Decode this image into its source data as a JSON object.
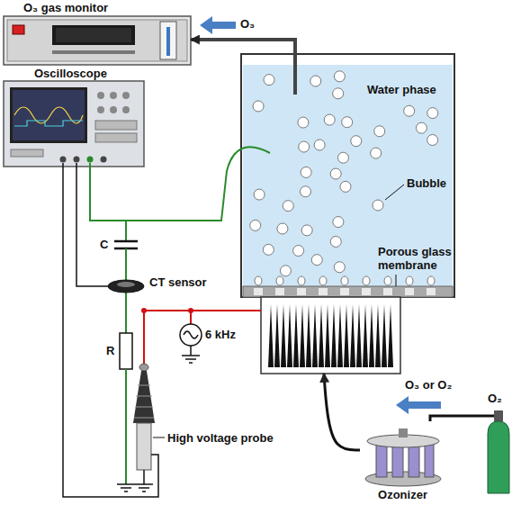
{
  "diagram": {
    "nodes": [
      {
        "text": [
          "O₃ gas monitor"
        ]
      },
      {
        "text": [
          "Oscilloscope"
        ]
      },
      {
        "text": [
          "Water phase"
        ]
      },
      {
        "text": [
          "Ozonizer"
        ]
      },
      {
        "text": [
          "O₂"
        ]
      }
    ],
    "edges": [
      {
        "from": 2,
        "to": 0,
        "arrow": "to",
        "label": "O₃"
      },
      {
        "from": 3,
        "to": 2,
        "arrow": "to",
        "label": "O₃ or O₂"
      },
      {
        "from": 4,
        "to": 3,
        "arrow": "none"
      }
    ],
    "labels": [
      "Bubble",
      "Porous glass membrane",
      "C",
      "CT sensor",
      "R",
      "6 kHz",
      "High voltage probe"
    ]
  }
}
